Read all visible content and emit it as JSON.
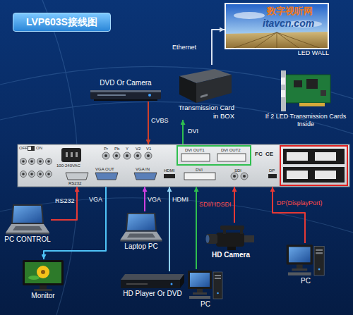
{
  "diagram": {
    "title": "LVP603S接线图",
    "nodes": [
      {
        "text": [
          "OFF",
          "ON",
          "100-240VAC",
          "Pr",
          "Pb",
          "Y",
          "V2",
          "V1",
          "RS232",
          "VGA OUT",
          "VGA IN",
          "HDMI",
          "DVI OUT1",
          "DVI OUT2",
          "DVI",
          "SDI",
          "FC",
          "CE",
          "DP"
        ]
      },
      {
        "text": [
          "LED WALL"
        ]
      },
      {
        "text": [
          "Transmission Card in BOX"
        ]
      },
      {
        "text": [
          "If 2 LED Transmission Cards Inside"
        ]
      },
      {
        "text": [
          "DVD Or Camera"
        ]
      },
      {
        "text": [
          "PC CONTROL"
        ]
      },
      {
        "text": [
          "Laptop PC"
        ]
      },
      {
        "text": [
          "Monitor"
        ]
      },
      {
        "text": [
          "HD Player Or DVD"
        ]
      },
      {
        "text": [
          "HD Camera"
        ]
      },
      {
        "text": [
          "PC"
        ]
      },
      {
        "text": [
          "PC"
        ]
      }
    ],
    "edges": [
      {
        "from": 2,
        "to": 1,
        "label": "Ethernet",
        "arrow": "to"
      },
      {
        "from": 4,
        "to": 0,
        "label": "CVBS",
        "arrow": "to"
      },
      {
        "from": 0,
        "to": 2,
        "label": "DVI",
        "arrow": "to"
      },
      {
        "from": 5,
        "to": 0,
        "label": "RS232",
        "arrow": "to"
      },
      {
        "from": 0,
        "to": 7,
        "label": "VGA",
        "arrow": "to"
      },
      {
        "from": 6,
        "to": 0,
        "label": "VGA",
        "arrow": "to"
      },
      {
        "from": 8,
        "to": 0,
        "label": "HDMI",
        "arrow": "to"
      },
      {
        "from": 9,
        "to": 0,
        "label": "SDI/HDSDI",
        "arrow": "to"
      },
      {
        "from": 10,
        "to": 0,
        "arrow": "to"
      },
      {
        "from": 11,
        "to": 0,
        "label": "DP(DisplayPort)",
        "arrow": "to"
      }
    ],
    "labels": [
      "数字视听网",
      "itavcn.com"
    ]
  }
}
